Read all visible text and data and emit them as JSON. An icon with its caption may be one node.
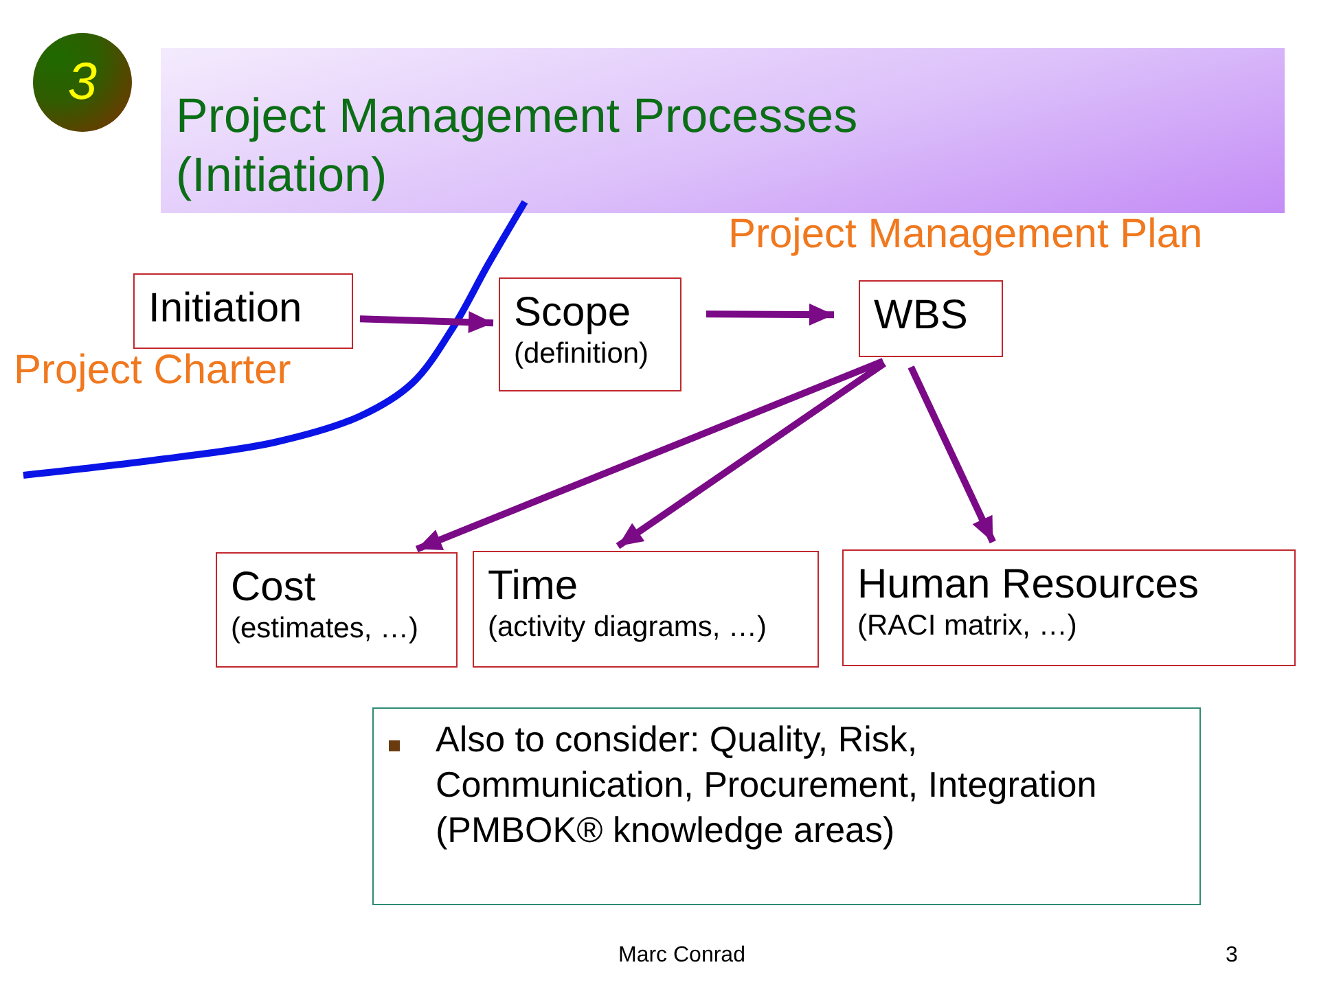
{
  "diagram": {
    "title": "Project Management Processes (Initiation)",
    "nodes": [
      {
        "text": [
          "3"
        ]
      },
      {
        "text": [
          "Initiation"
        ]
      },
      {
        "text": [
          "Scope",
          "(definition)"
        ]
      },
      {
        "text": [
          "WBS"
        ]
      },
      {
        "text": [
          "Cost",
          "(estimates, …)"
        ]
      },
      {
        "text": [
          "Time",
          "(activity diagrams, …)"
        ]
      },
      {
        "text": [
          "Human Resources",
          "(RACI matrix, …)"
        ]
      },
      {
        "text": [
          "Also to consider: Quality, Risk, Communication, Procurement, Integration (PMBOK® knowledge areas)"
        ]
      }
    ],
    "edges": [
      {
        "from": 1,
        "to": 2,
        "arrow": "to"
      },
      {
        "from": 2,
        "to": 3,
        "arrow": "to"
      },
      {
        "from": 3,
        "to": 4,
        "arrow": "to"
      },
      {
        "from": 3,
        "to": 5,
        "arrow": "to"
      },
      {
        "from": 3,
        "to": 6,
        "arrow": "to"
      }
    ],
    "labels": [
      "Project Charter",
      "Project Management Plan",
      "Marc Conrad",
      "3"
    ]
  }
}
